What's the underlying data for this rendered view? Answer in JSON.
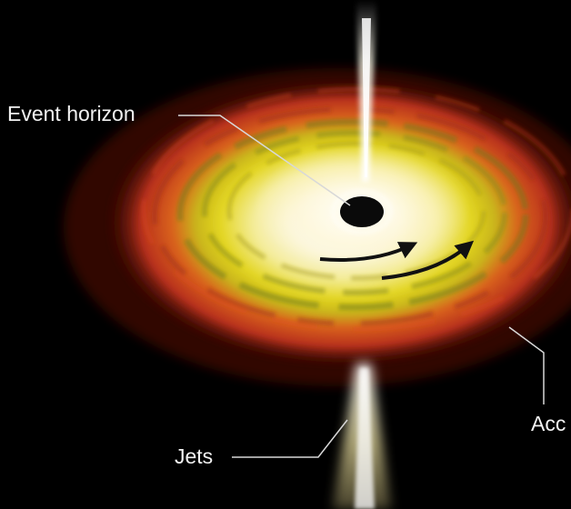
{
  "labels": {
    "event_horizon": "Event horizon",
    "jets": "Jets",
    "accretion_disk_partial": "Acc"
  },
  "colors": {
    "background": "#000000",
    "disk_outer": "#c8341e",
    "disk_mid": "#e0d21c",
    "disk_inner": "#f7f2c8",
    "core": "#0a0a0a",
    "leader_line": "#d8d8d8",
    "label_text": "#f2f2f2"
  },
  "icons": {
    "rotation_arrow_1": "curved-arrow-icon",
    "rotation_arrow_2": "curved-arrow-icon"
  }
}
